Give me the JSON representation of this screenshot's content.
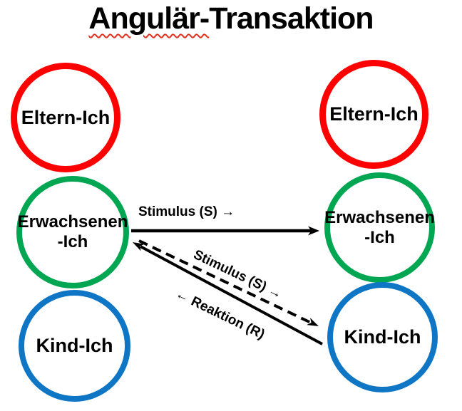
{
  "title": {
    "misspelled_part": "Angulär-",
    "rest": "Transaktion"
  },
  "colors": {
    "parent_ring": "#FF0000",
    "adult_ring": "#00A651",
    "child_ring": "#0E76C4",
    "arrow": "#000000",
    "text": "#000000",
    "spellcheck_underline": "#E0301E",
    "background": "#FFFFFF"
  },
  "left_person": {
    "parent": "Eltern-Ich",
    "adult_line1": "Erwachsenen",
    "adult_line2": "-Ich",
    "child": "Kind-Ich"
  },
  "right_person": {
    "parent": "Eltern-Ich",
    "adult_line1": "Erwachsenen",
    "adult_line2": "-Ich",
    "child": "Kind-Ich"
  },
  "arrows": {
    "stimulus_horizontal_label": "Stimulus (S) →",
    "stimulus_diagonal_label": "Stimulus (S) →",
    "reaction_diagonal_label": "← Reaktion (R)"
  }
}
